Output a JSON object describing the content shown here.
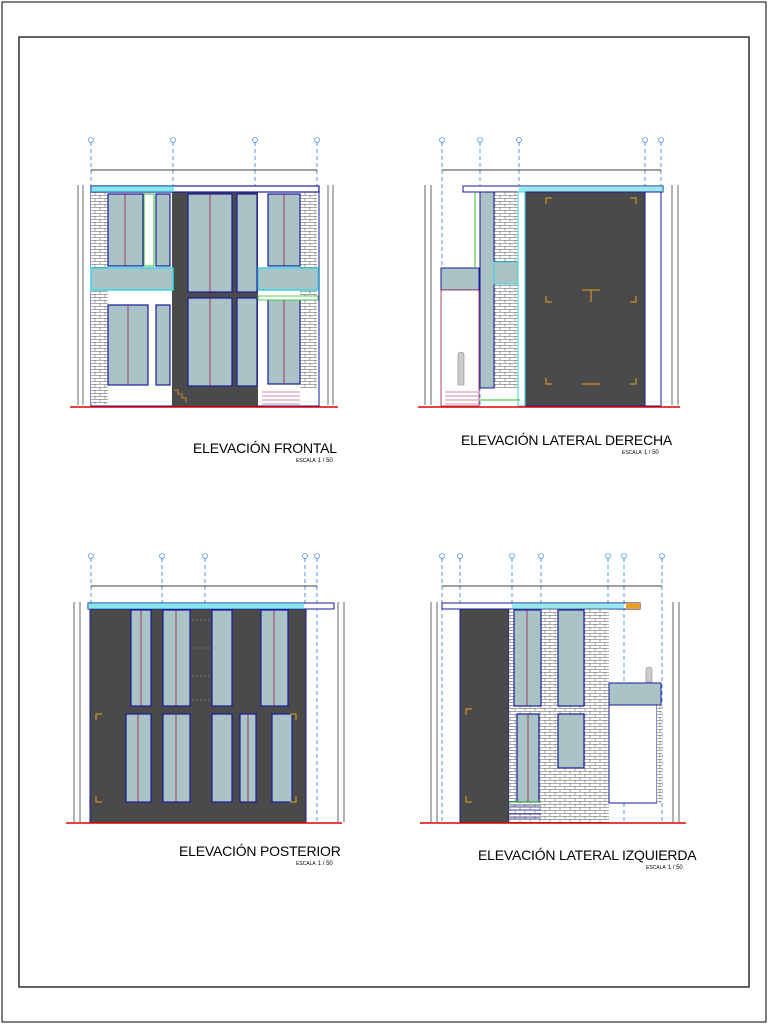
{
  "sheet": {
    "colors": {
      "frame": "#000000",
      "wall_dark": "#4a4a4a",
      "glass": "#a9c3c6",
      "window_frame": "#1a1a9a",
      "window_mullion": "#9a1a4a",
      "axis": "#2a7ad8",
      "ground": "#e00000",
      "slab": "#38d4e0",
      "brick": "#ffffff",
      "accent_orange": "#e8a020",
      "accent_green": "#30c030"
    }
  },
  "views": [
    {
      "title": "ELEVACIÓN FRONTAL",
      "scale_label": "ESCALA",
      "scale_value": "1 / 50"
    },
    {
      "title": "ELEVACIÓN LATERAL DERECHA",
      "scale_label": "ESCALA",
      "scale_value": "1 / 50"
    },
    {
      "title": "ELEVACIÓN POSTERIOR",
      "scale_label": "ESCALA",
      "scale_value": "1 / 50"
    },
    {
      "title": "ELEVACIÓN LATERAL IZQUIERDA",
      "scale_label": "ESCALA",
      "scale_value": "1 / 50"
    }
  ]
}
